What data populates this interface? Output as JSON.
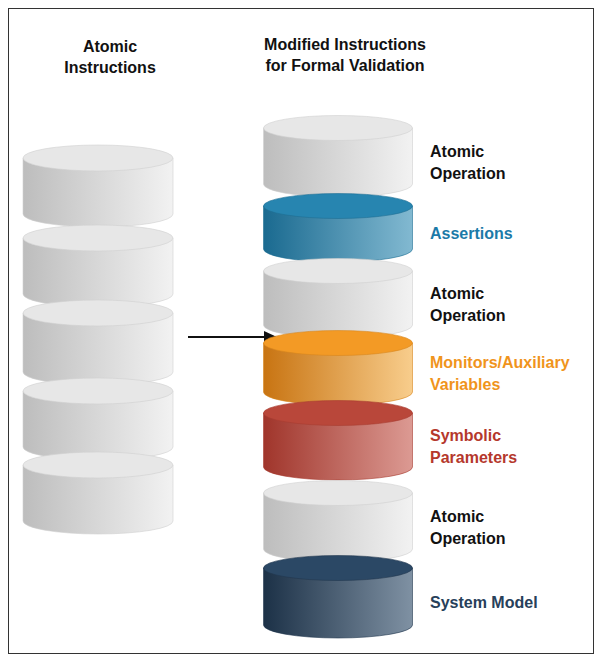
{
  "diagram": {
    "nodes": [
      {
        "text": [
          "Atomic Operation"
        ]
      },
      {
        "text": [
          "Assertions"
        ]
      },
      {
        "text": [
          "Atomic Operation"
        ]
      },
      {
        "text": [
          "Monitors/Auxiliary Variables"
        ]
      },
      {
        "text": [
          "Symbolic Parameters"
        ]
      },
      {
        "text": [
          "Atomic Operation"
        ]
      },
      {
        "text": [
          "System Model"
        ]
      }
    ],
    "labels": [
      "Atomic Instructions",
      "Modified Instructions for Formal Validation"
    ]
  }
}
